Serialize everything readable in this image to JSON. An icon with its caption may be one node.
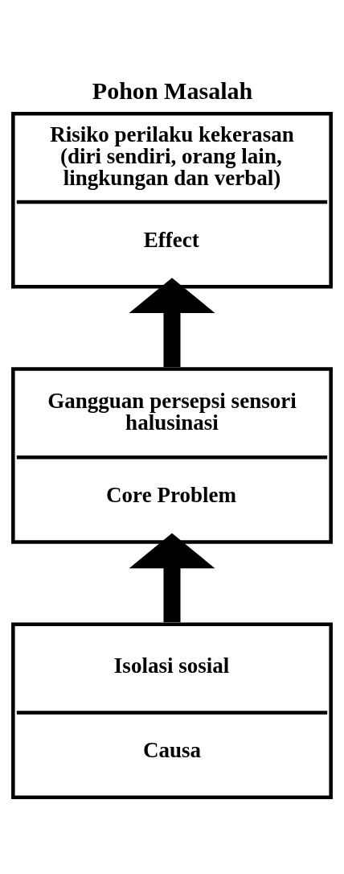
{
  "diagram": {
    "title": "Pohon Masalah",
    "nodes": [
      {
        "text": [
          "Risiko perilaku kekerasan (diri sendiri, orang lain, lingkungan dan verbal)",
          "Effect"
        ]
      },
      {
        "text": [
          "Gangguan persepsi sensori halusinasi",
          "Core Problem"
        ]
      },
      {
        "text": [
          "Isolasi sosial",
          "Causa"
        ]
      }
    ],
    "edges": [
      {
        "from": 2,
        "to": 1,
        "arrow": "to"
      },
      {
        "from": 1,
        "to": 0,
        "arrow": "to"
      }
    ]
  }
}
